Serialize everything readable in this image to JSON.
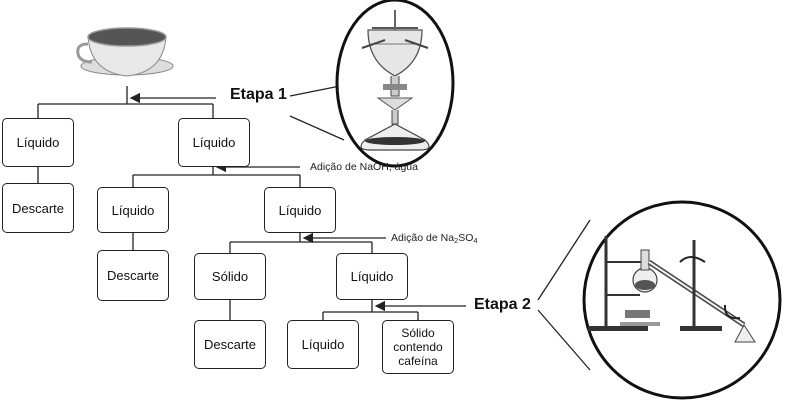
{
  "nodes": {
    "liquido_left": "Líquido",
    "liquido_right": "Líquido",
    "descarte_1": "Descarte",
    "liquido_2a": "Líquido",
    "liquido_2b": "Líquido",
    "descarte_2": "Descarte",
    "solido": "Sólido",
    "liquido_3": "Líquido",
    "descarte_3": "Descarte",
    "liquido_4": "Líquido",
    "solido_cafeina": "Sólido\ncontendo\ncafeína"
  },
  "annotations": {
    "naoh": "Adição de NaOH, água",
    "na2so4_prefix": "Adição de Na",
    "na2so4_sub1": "2",
    "na2so4_mid": "SO",
    "na2so4_sub2": "4"
  },
  "stages": {
    "etapa1": "Etapa 1",
    "etapa2": "Etapa 2"
  },
  "icons": {
    "tea": "tea-cup-icon",
    "funnel": "separatory-funnel-icon",
    "distillation": "distillation-apparatus-icon"
  }
}
